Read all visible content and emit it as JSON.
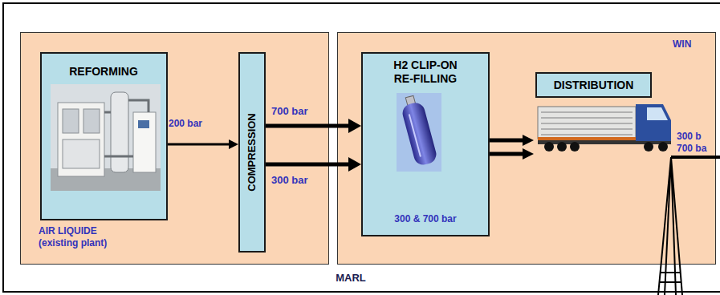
{
  "diagram": {
    "nodes": [
      {
        "text": [
          "MARL"
        ]
      },
      {
        "text": [
          "AIR LIQUIDE (existing plant)"
        ],
        "in": 0
      },
      {
        "text": [
          "REFORMING"
        ],
        "in": 1
      },
      {
        "text": [
          "COMPRESSION"
        ],
        "in": 1
      },
      {
        "text": [
          "WIN"
        ],
        "in": 0
      },
      {
        "text": [
          "H2 CLIP-ON RE-FILLING",
          "300 & 700 bar"
        ],
        "in": 4
      },
      {
        "text": [
          "DISTRIBUTION"
        ],
        "in": 4
      }
    ],
    "edges": [
      {
        "from": 2,
        "to": 3,
        "label": "200 bar",
        "arrow": "to"
      },
      {
        "from": 3,
        "to": 5,
        "label": "700 bar",
        "arrow": "to"
      },
      {
        "from": 3,
        "to": 5,
        "label": "300 bar",
        "arrow": "to"
      },
      {
        "from": 5,
        "to": 6,
        "arrow": "to"
      },
      {
        "from": 5,
        "to": 6,
        "arrow": "to"
      }
    ],
    "labels": [
      "300 b",
      "700 ba"
    ]
  }
}
